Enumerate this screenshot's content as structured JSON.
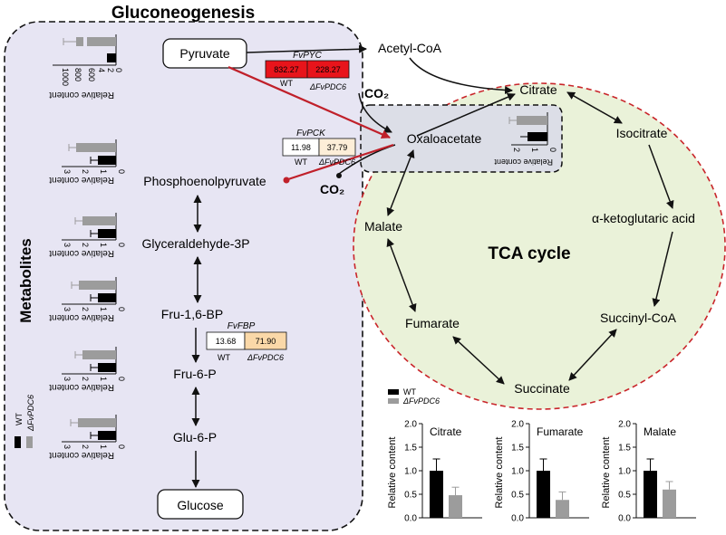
{
  "colors": {
    "panel_bg": "#e7e5f3",
    "tca_bg": "#eaf2d9",
    "tca_border": "#c9252a",
    "red_arrow": "#c0202a",
    "wt_bar": "#000000",
    "mutant_bar": "#9c9c9c",
    "pyc_fill": "#e8141b",
    "fbp_mut_fill": "#fad8a8",
    "pck_mut_fill": "#fdeed8"
  },
  "title": "Gluconeogenesis",
  "side_label": "Metabolites",
  "tca_label": "TCA cycle",
  "co2": "CO₂",
  "nodes": {
    "pyruvate": "Pyruvate",
    "acetyl": "Acetyl-CoA",
    "citrate": "Citrate",
    "isocitrate": "Isocitrate",
    "akg": "α-ketoglutaric acid",
    "succoa": "Succinyl-CoA",
    "succinate": "Succinate",
    "fumarate": "Fumarate",
    "malate": "Malate",
    "oaa": "Oxaloacetate",
    "pep": "Phosphoenolpyruvate",
    "g3p": "Glyceraldehyde-3P",
    "fbp": "Fru-1,6-BP",
    "f6p": "Fru-6-P",
    "g6p": "Glu-6-P",
    "glucose": "Glucose"
  },
  "enzymes": {
    "pyc": {
      "name": "FvPYC",
      "wt_value": "832.27",
      "mut_value": "228.27",
      "wt_label": "WT",
      "mut_label": "ΔFvPDC6"
    },
    "pck": {
      "name": "FvPCK",
      "wt_value": "11.98",
      "mut_value": "37.79",
      "wt_label": "WT",
      "mut_label": "ΔFvPDC6"
    },
    "fbp": {
      "name": "FvFBP",
      "wt_value": "13.68",
      "mut_value": "71.90",
      "wt_label": "WT",
      "mut_label": "ΔFvPDC6"
    }
  },
  "legend": {
    "wt": "WT",
    "mut": "ΔFvPDC6"
  },
  "rel_content": "Relative content",
  "mini_ticks_3": [
    "3",
    "2",
    "1",
    "0"
  ],
  "pyruvate_ticks": [
    "1000",
    "800",
    "600",
    "4",
    "2",
    "0"
  ],
  "oaa_ticks": [
    "2",
    "1",
    "0"
  ],
  "chart_data": [
    {
      "type": "bar",
      "title": "Citrate",
      "categories": [
        "WT",
        "ΔFvPDC6"
      ],
      "values": [
        1.0,
        0.48
      ],
      "ylabel": "Relative content",
      "ylim": [
        0,
        2.0
      ],
      "yticks": [
        "2.0",
        "1.5",
        "1.0",
        "0.5",
        "0.0"
      ]
    },
    {
      "type": "bar",
      "title": "Fumarate",
      "categories": [
        "WT",
        "ΔFvPDC6"
      ],
      "values": [
        1.0,
        0.38
      ],
      "ylabel": "Relative content",
      "ylim": [
        0,
        2.0
      ],
      "yticks": [
        "2.0",
        "1.5",
        "1.0",
        "0.5",
        "0.0"
      ]
    },
    {
      "type": "bar",
      "title": "Malate",
      "categories": [
        "WT",
        "ΔFvPDC6"
      ],
      "values": [
        1.0,
        0.6
      ],
      "ylabel": "Relative content",
      "ylim": [
        0,
        2.0
      ],
      "yticks": [
        "2.0",
        "1.5",
        "1.0",
        "0.5",
        "0.0"
      ]
    },
    {
      "type": "bar",
      "title": "",
      "categories": [
        "WT",
        "ΔFvPDC6"
      ],
      "values": [
        1.0,
        2.2
      ],
      "ylabel": "Relative content",
      "ylim": [
        0,
        3
      ]
    },
    {
      "type": "bar",
      "title": "",
      "categories": [
        "WT",
        "ΔFvPDC6"
      ],
      "values": [
        1.0,
        1.85
      ],
      "ylabel": "Relative content",
      "ylim": [
        0,
        3
      ]
    },
    {
      "type": "bar",
      "title": "",
      "categories": [
        "WT",
        "ΔFvPDC6"
      ],
      "values": [
        1.0,
        2.05
      ],
      "ylabel": "Relative content",
      "ylim": [
        0,
        3
      ]
    },
    {
      "type": "bar",
      "title": "",
      "categories": [
        "WT",
        "ΔFvPDC6"
      ],
      "values": [
        1.0,
        1.85
      ],
      "ylabel": "Relative content",
      "ylim": [
        0,
        3
      ]
    },
    {
      "type": "bar",
      "title": "",
      "categories": [
        "WT",
        "ΔFvPDC6"
      ],
      "values": [
        1.0,
        2.1
      ],
      "ylabel": "Relative content",
      "ylim": [
        0,
        3
      ]
    }
  ]
}
